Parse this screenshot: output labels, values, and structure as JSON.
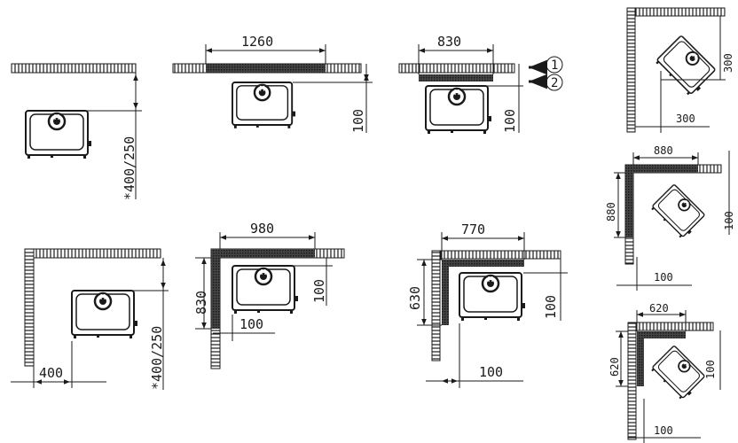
{
  "figures": [
    {
      "id": "front-wall-unprotected",
      "labels": {
        "side_clearance": "*400/250"
      }
    },
    {
      "id": "front-wall-protected",
      "labels": {
        "protection_width": "1260",
        "wall_distance": "100"
      }
    },
    {
      "id": "front-wall-layered",
      "labels": {
        "protection_width": "830",
        "wall_distance": "100",
        "layer_1": "1",
        "layer_2": "2"
      }
    },
    {
      "id": "corner-unprotected",
      "labels": {
        "side_clearance": "400",
        "rear_clearance": "*400/250"
      }
    },
    {
      "id": "corner-protected",
      "labels": {
        "back_width": "980",
        "side_height": "830",
        "wall_distance_back": "100",
        "wall_distance_side": "100"
      }
    },
    {
      "id": "corner-layered",
      "labels": {
        "back_width": "770",
        "side_height": "630",
        "wall_distance_back": "100",
        "wall_distance_side": "100"
      }
    },
    {
      "id": "diagonal-corner-unprotected",
      "labels": {
        "clearance_x": "300",
        "clearance_y": "300"
      }
    },
    {
      "id": "diagonal-corner-protected",
      "labels": {
        "back_width": "880",
        "side_height": "880",
        "distance_x": "100",
        "distance_y": "100"
      }
    },
    {
      "id": "diagonal-corner-layered",
      "labels": {
        "back_width": "620",
        "side_height": "620",
        "distance_x": "100",
        "distance_y": "100"
      }
    }
  ]
}
